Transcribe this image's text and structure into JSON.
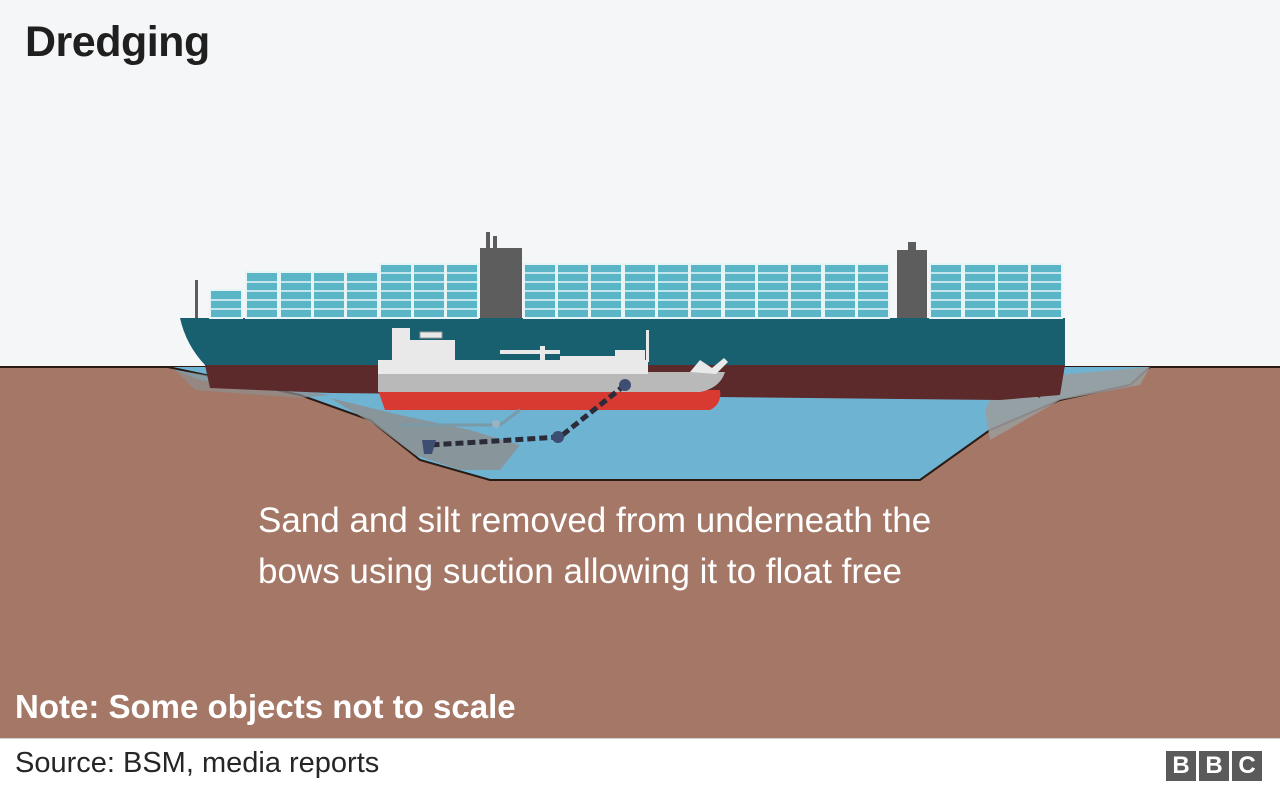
{
  "title": "Dredging",
  "caption_line1": "Sand and silt removed from underneath the",
  "caption_line2": "bows using suction allowing it to float free",
  "note": "Note: Some objects not to scale",
  "source": "Source: BSM, media reports",
  "logo": {
    "letters": [
      "B",
      "B",
      "C"
    ]
  },
  "colors": {
    "sky": "#f5f6f8",
    "ground": "#a47766",
    "water": "#6fb3d3",
    "silt": "#8f8f8f",
    "hull": "#186070",
    "hull_lower": "#5c2a2a",
    "containers": "#5ab5c6",
    "dredger_white": "#e9e9e9",
    "dredger_red": "#d83a32",
    "pipe": "#2b2b3a"
  },
  "icons": [
    "container-ship-icon",
    "dredger-ship-icon",
    "suction-pipe-icon",
    "bbc-logo"
  ]
}
